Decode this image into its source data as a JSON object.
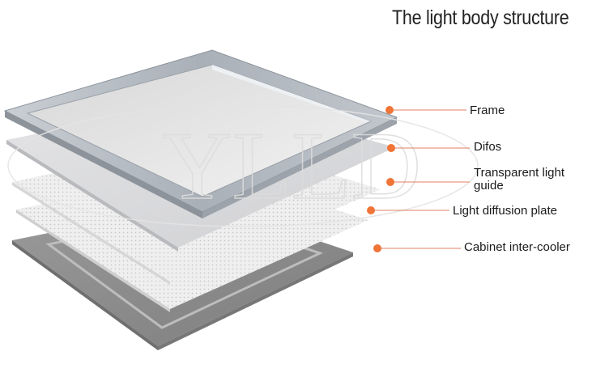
{
  "title": "The light body structure",
  "watermark": "YLLD",
  "colors": {
    "marker": "#f07436",
    "leader_line": "#e08060",
    "frame": "#b4bac2",
    "cooler": "#8f8f8f"
  },
  "layers": [
    {
      "id": "frame",
      "label": "Frame"
    },
    {
      "id": "difos",
      "label": "Difos"
    },
    {
      "id": "light-guide",
      "label": "Transparent light guide"
    },
    {
      "id": "diffusion-plate",
      "label": "Light diffusion plate"
    },
    {
      "id": "cooler",
      "label": "Cabinet inter-cooler"
    }
  ]
}
